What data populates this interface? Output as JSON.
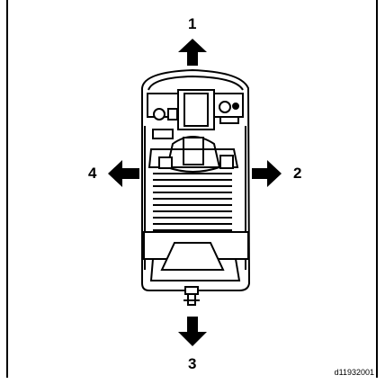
{
  "labels": {
    "up": "1",
    "right": "2",
    "down": "3",
    "left": "4"
  },
  "figure_code": "d11932001",
  "icons": {
    "up": "arrow-up-icon",
    "right": "arrow-right-icon",
    "down": "arrow-down-icon",
    "left": "arrow-left-icon",
    "device": "wheeled-device-top-view"
  }
}
